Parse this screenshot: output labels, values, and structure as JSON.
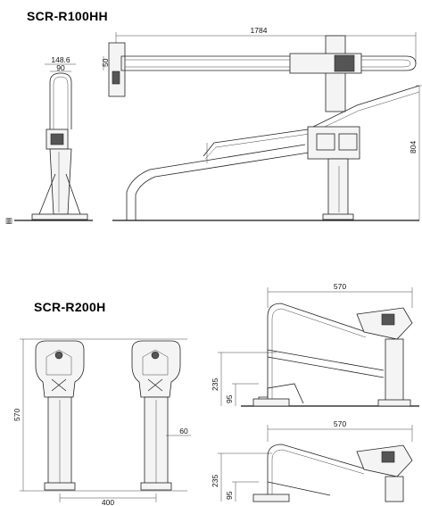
{
  "models": {
    "top": "SCR-R100HH",
    "bottom": "SCR-R200H"
  },
  "top_dims": {
    "length": "1784",
    "front_width_outer": "148.6",
    "front_width_inner": "90",
    "rail_depth": "50",
    "height": "804"
  },
  "bottom_dims": {
    "front_height": "570",
    "spacing": "400",
    "offset": "60",
    "side_top_width": "570",
    "side_top_h1": "235",
    "side_top_h2": "95",
    "side_bottom_width": "570",
    "side_bottom_h1": "235",
    "side_bottom_h2": "95"
  }
}
